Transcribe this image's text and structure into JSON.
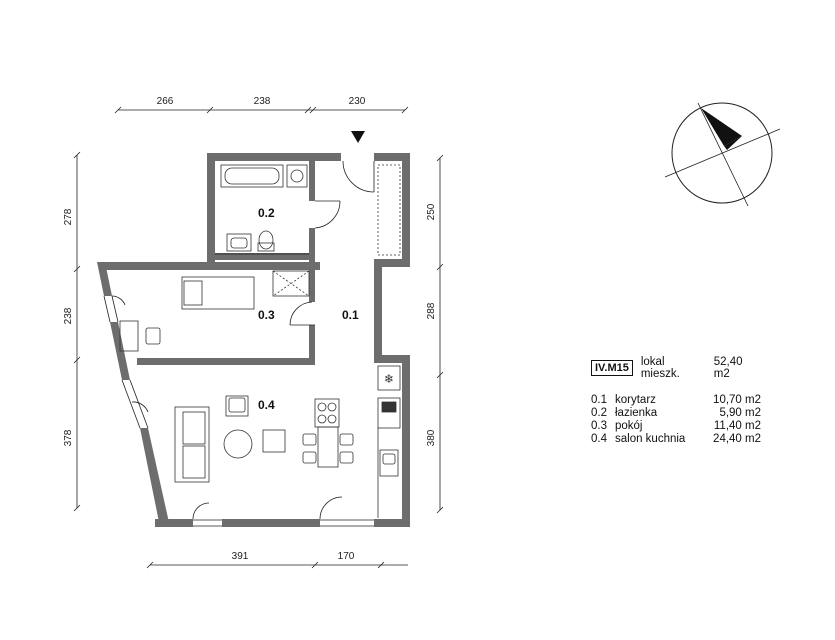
{
  "dimensions": {
    "top": [
      "266",
      "238",
      "230"
    ],
    "left": [
      "278",
      "238",
      "378"
    ],
    "right": [
      "250",
      "288",
      "380"
    ],
    "bottom": [
      "391",
      "170"
    ]
  },
  "room_labels": [
    "0.1",
    "0.2",
    "0.3",
    "0.4"
  ],
  "legend": {
    "unit_code": "IV.M15",
    "total_label": "lokal mieszk.",
    "total_area": "52,40 m2",
    "rooms": [
      {
        "num": "0.1",
        "name": "korytarz",
        "area": "10,70 m2"
      },
      {
        "num": "0.2",
        "name": "łazienka",
        "area": "5,90 m2"
      },
      {
        "num": "0.3",
        "name": "pokój",
        "area": "11,40 m2"
      },
      {
        "num": "0.4",
        "name": "salon kuchnia",
        "area": "24,40 m2"
      }
    ]
  },
  "colors": {
    "wall": "#6d6d6d",
    "line": "#222222",
    "background": "#ffffff"
  },
  "icons": [
    "north-arrow-icon",
    "entrance-marker-icon",
    "fridge-snowflake-icon"
  ]
}
